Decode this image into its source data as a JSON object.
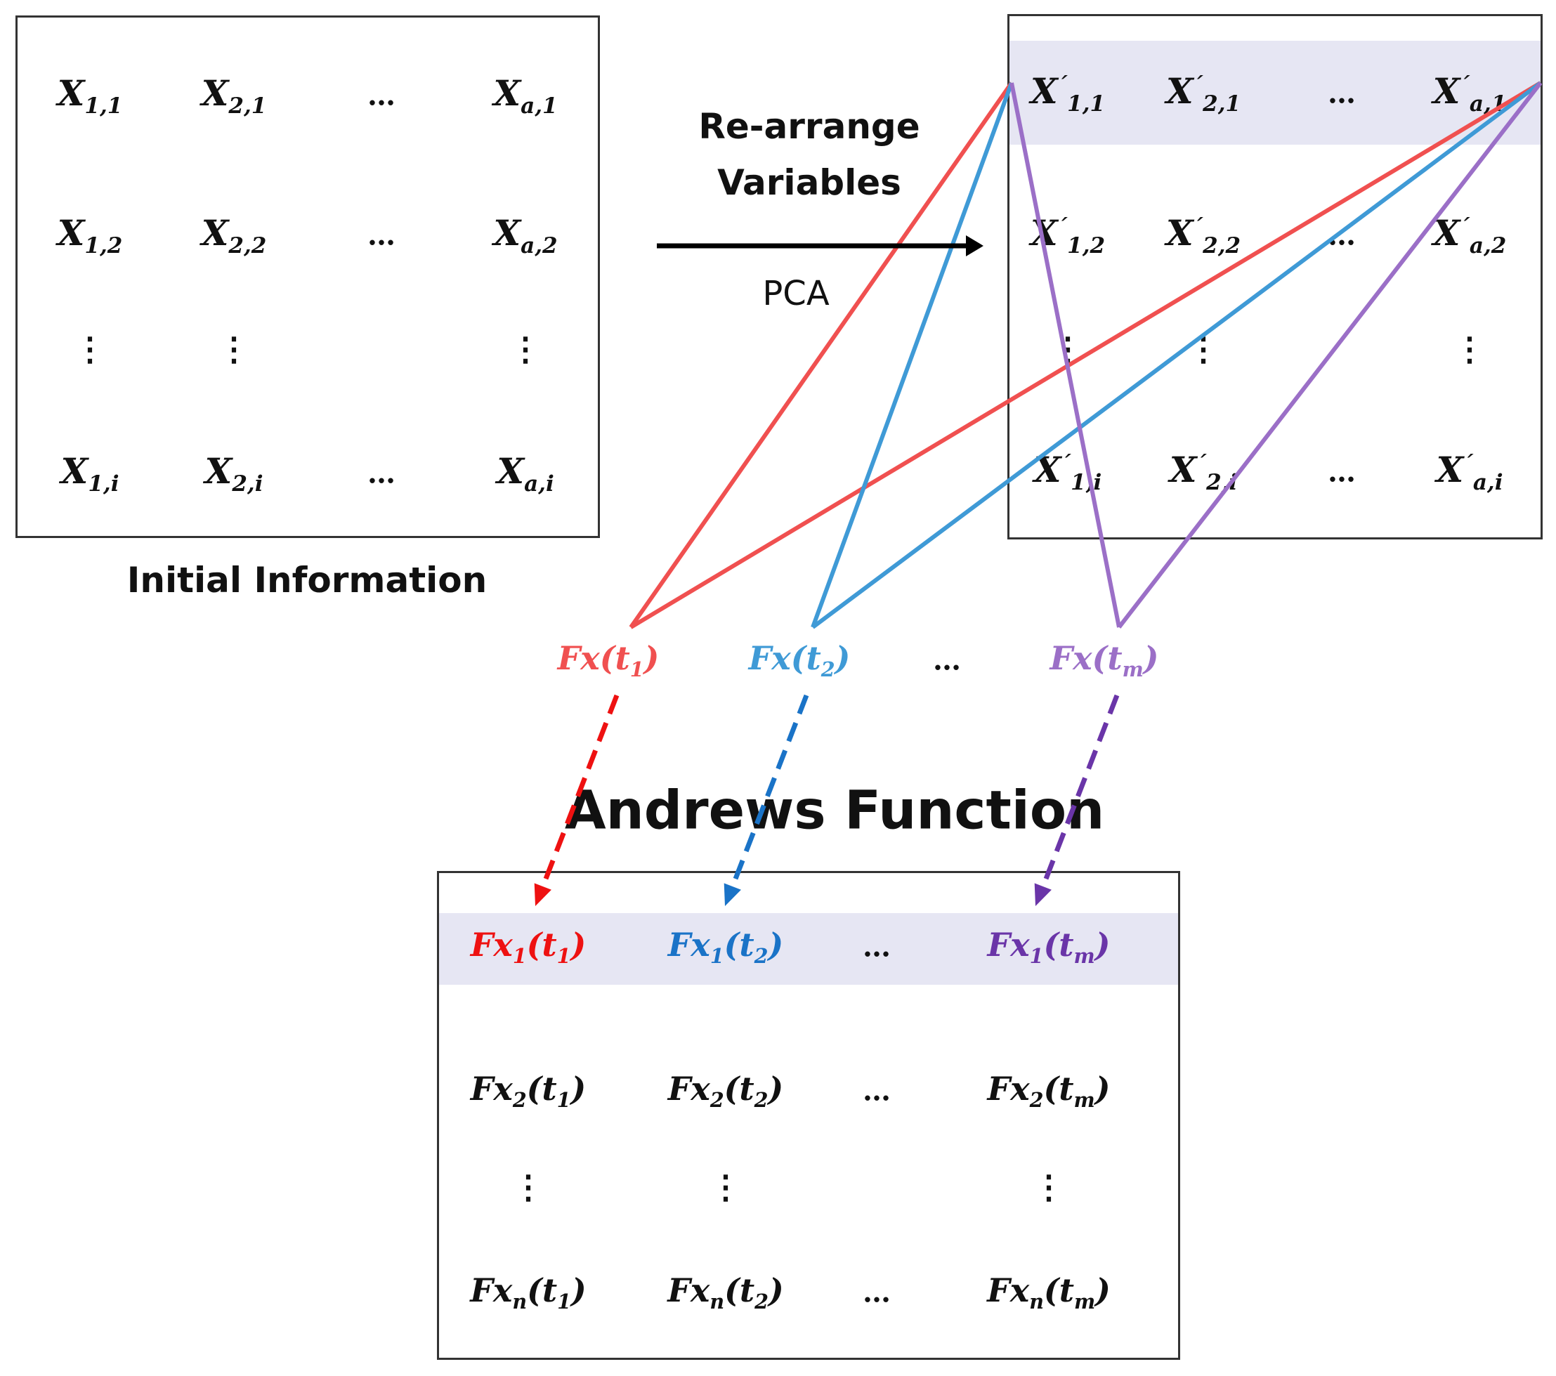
{
  "colors": {
    "t1": "#f05050",
    "t2": "#3f9ad6",
    "tm": "#9b6fc7",
    "arrow_t1": "#ee1111",
    "arrow_t2": "#1a73c7",
    "arrow_tm": "#6a35a8",
    "highlight": "#e6e6f3",
    "border": "#333333"
  },
  "initial": {
    "label": "Initial Information",
    "rows": [
      [
        {
          "base": "X",
          "sub": "1,1"
        },
        {
          "base": "X",
          "sub": "2,1"
        },
        {
          "base": "…"
        },
        {
          "base": "X",
          "sub": "a,1"
        }
      ],
      [
        {
          "base": "X",
          "sub": "1,2"
        },
        {
          "base": "X",
          "sub": "2,2"
        },
        {
          "base": "…"
        },
        {
          "base": "X",
          "sub": "a,2"
        }
      ],
      [
        {
          "base": "⋮"
        },
        {
          "base": "⋮"
        },
        {
          "base": ""
        },
        {
          "base": "⋮"
        }
      ],
      [
        {
          "base": "X",
          "sub": "1,i"
        },
        {
          "base": "X",
          "sub": "2,i"
        },
        {
          "base": "…"
        },
        {
          "base": "X",
          "sub": "a,i"
        }
      ]
    ]
  },
  "transform": {
    "label_line1": "Re-arrange",
    "label_line2": "Variables",
    "method": "PCA"
  },
  "rearranged": {
    "rows": [
      [
        {
          "base": "X",
          "sup": "´",
          "sub": "1,1"
        },
        {
          "base": "X",
          "sup": "´",
          "sub": "2,1"
        },
        {
          "base": "…"
        },
        {
          "base": "X",
          "sup": "´",
          "sub": "a,1"
        }
      ],
      [
        {
          "base": "X",
          "sup": "´",
          "sub": "1,2"
        },
        {
          "base": "X",
          "sup": "´",
          "sub": "2,2"
        },
        {
          "base": "…"
        },
        {
          "base": "X",
          "sup": "´",
          "sub": "a,2"
        }
      ],
      [
        {
          "base": "⋮"
        },
        {
          "base": "⋮"
        },
        {
          "base": ""
        },
        {
          "base": "⋮"
        }
      ],
      [
        {
          "base": "X",
          "sup": "´",
          "sub": "1,i"
        },
        {
          "base": "X",
          "sup": "´",
          "sub": "2,i"
        },
        {
          "base": "…"
        },
        {
          "base": "X",
          "sup": "´",
          "sub": "a,i"
        }
      ]
    ]
  },
  "functions": {
    "items": [
      {
        "pre": "Fx(t",
        "sub": "1",
        "post": ")",
        "color": "t1"
      },
      {
        "pre": "Fx(t",
        "sub": "2",
        "post": ")",
        "color": "t2"
      },
      {
        "pre": "…",
        "sub": "",
        "post": "",
        "color": "none"
      },
      {
        "pre": "Fx(t",
        "sub": "m",
        "post": ")",
        "color": "tm"
      }
    ]
  },
  "andrews": {
    "title": "Andrews Function",
    "rows": [
      [
        {
          "parts": [
            {
              "t": "Fx"
            },
            {
              "s": "1"
            },
            {
              "t": "(t"
            },
            {
              "s": "1"
            },
            {
              "t": ")"
            }
          ],
          "color": "arrow_t1"
        },
        {
          "parts": [
            {
              "t": "Fx"
            },
            {
              "s": "1"
            },
            {
              "t": "(t"
            },
            {
              "s": "2"
            },
            {
              "t": ")"
            }
          ],
          "color": "arrow_t2"
        },
        {
          "parts": [
            {
              "t": "…"
            }
          ],
          "color": "none"
        },
        {
          "parts": [
            {
              "t": "Fx"
            },
            {
              "s": "1"
            },
            {
              "t": "(t"
            },
            {
              "s": "m"
            },
            {
              "t": ")"
            }
          ],
          "color": "arrow_tm"
        }
      ],
      [
        {
          "parts": [
            {
              "t": "Fx"
            },
            {
              "s": "2"
            },
            {
              "t": "(t"
            },
            {
              "s": "1"
            },
            {
              "t": ")"
            }
          ],
          "color": "none"
        },
        {
          "parts": [
            {
              "t": "Fx"
            },
            {
              "s": "2"
            },
            {
              "t": "(t"
            },
            {
              "s": "2"
            },
            {
              "t": ")"
            }
          ],
          "color": "none"
        },
        {
          "parts": [
            {
              "t": "…"
            }
          ],
          "color": "none"
        },
        {
          "parts": [
            {
              "t": "Fx"
            },
            {
              "s": "2"
            },
            {
              "t": "(t"
            },
            {
              "s": "m"
            },
            {
              "t": ")"
            }
          ],
          "color": "none"
        }
      ],
      [
        {
          "parts": [
            {
              "t": "⋮"
            }
          ],
          "color": "none"
        },
        {
          "parts": [
            {
              "t": "⋮"
            }
          ],
          "color": "none"
        },
        {
          "parts": [
            {
              "t": ""
            }
          ],
          "color": "none"
        },
        {
          "parts": [
            {
              "t": "⋮"
            }
          ],
          "color": "none"
        }
      ],
      [
        {
          "parts": [
            {
              "t": "Fx"
            },
            {
              "s": "n"
            },
            {
              "t": "(t"
            },
            {
              "s": "1"
            },
            {
              "t": ")"
            }
          ],
          "color": "none"
        },
        {
          "parts": [
            {
              "t": "Fx"
            },
            {
              "s": "n"
            },
            {
              "t": "(t"
            },
            {
              "s": "2"
            },
            {
              "t": ")"
            }
          ],
          "color": "none"
        },
        {
          "parts": [
            {
              "t": "…"
            }
          ],
          "color": "none"
        },
        {
          "parts": [
            {
              "t": "Fx"
            },
            {
              "s": "n"
            },
            {
              "t": "(t"
            },
            {
              "s": "m"
            },
            {
              "t": ")"
            }
          ],
          "color": "none"
        }
      ]
    ]
  }
}
